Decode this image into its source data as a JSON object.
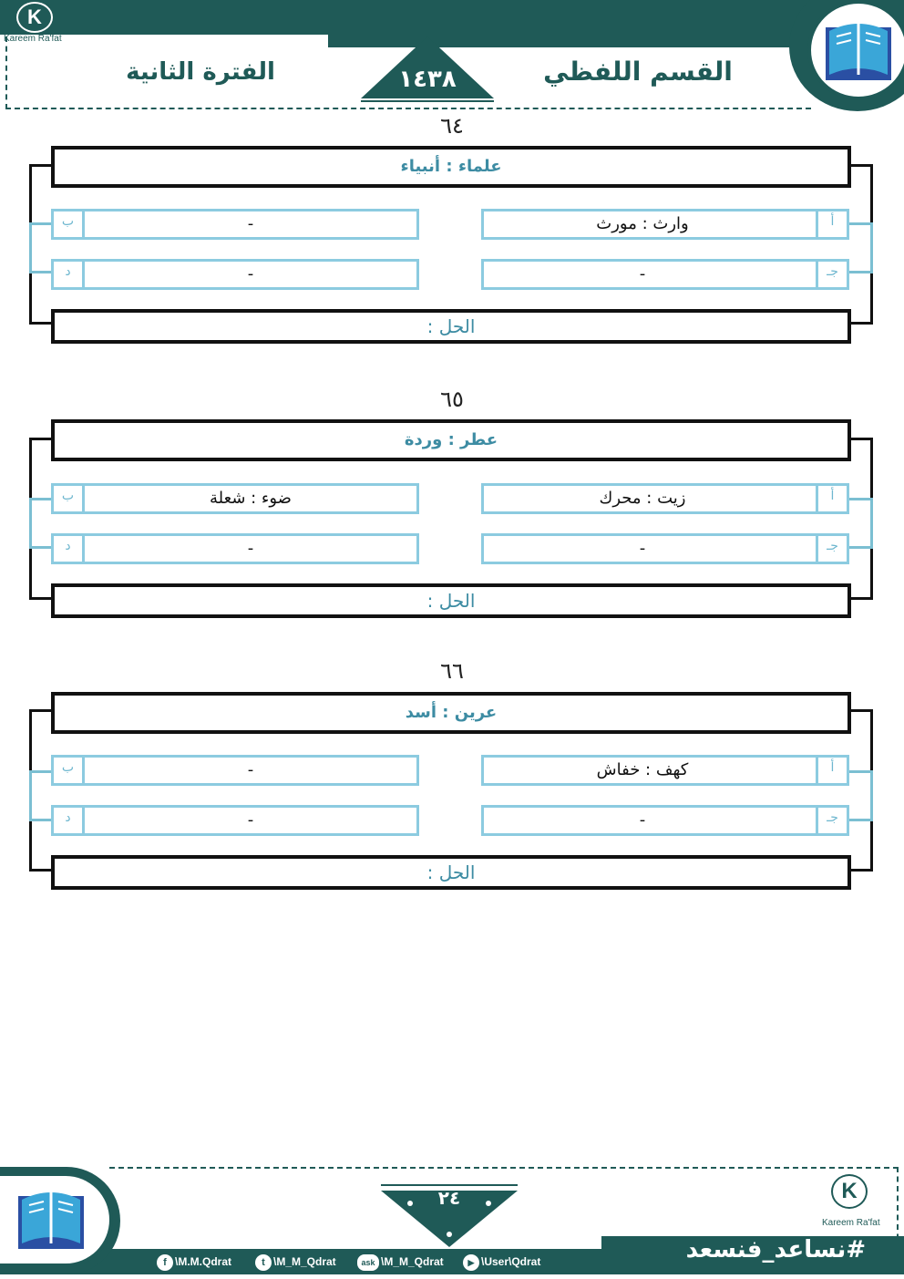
{
  "header": {
    "logo_letter": "K",
    "logo_name": "Kareem Ra'fat",
    "subject": "القسم اللفظي",
    "year": "١٤٣٨",
    "period": "الفترة الثانية"
  },
  "questions": [
    {
      "number": "٦٤",
      "stem": "علماء : أنبياء",
      "choices": {
        "a": "وارث : مورث",
        "b": "-",
        "c": "-",
        "d": "-"
      },
      "letters": {
        "a": "أ",
        "b": "ب",
        "c": "جـ",
        "d": "د"
      },
      "solution": "الحل :"
    },
    {
      "number": "٦٥",
      "stem": "عطر  : وردة",
      "choices": {
        "a": "زيت :  محرك",
        "b": "ضوء : شعلة",
        "c": "-",
        "d": "-"
      },
      "letters": {
        "a": "أ",
        "b": "ب",
        "c": "جـ",
        "d": "د"
      },
      "solution": "الحل :"
    },
    {
      "number": "٦٦",
      "stem": "عرين : أسد",
      "choices": {
        "a": "كهف : خفاش",
        "b": "-",
        "c": "-",
        "d": "-"
      },
      "letters": {
        "a": "أ",
        "b": "ب",
        "c": "جـ",
        "d": "د"
      },
      "solution": "الحل :"
    }
  ],
  "footer": {
    "page_number": "٢٤",
    "logo_letter": "K",
    "logo_name": "Kareem Ra'fat",
    "hashtag": "#نساعد_فنسعد",
    "social": [
      {
        "icon": "f",
        "icon_name": "facebook-icon",
        "label": "\\M.M.Qdrat"
      },
      {
        "icon": "t",
        "icon_name": "twitter-icon",
        "label": "\\M_M_Qdrat"
      },
      {
        "icon": "ask",
        "icon_name": "askfm-icon",
        "label": "\\M_M_Qdrat"
      },
      {
        "icon": "▶",
        "icon_name": "youtube-icon",
        "label": "\\User\\Qdrat"
      }
    ]
  },
  "colors": {
    "brand": "#1f5a57",
    "accent": "#3d8ca3",
    "choice_border": "#8ccbe0"
  }
}
